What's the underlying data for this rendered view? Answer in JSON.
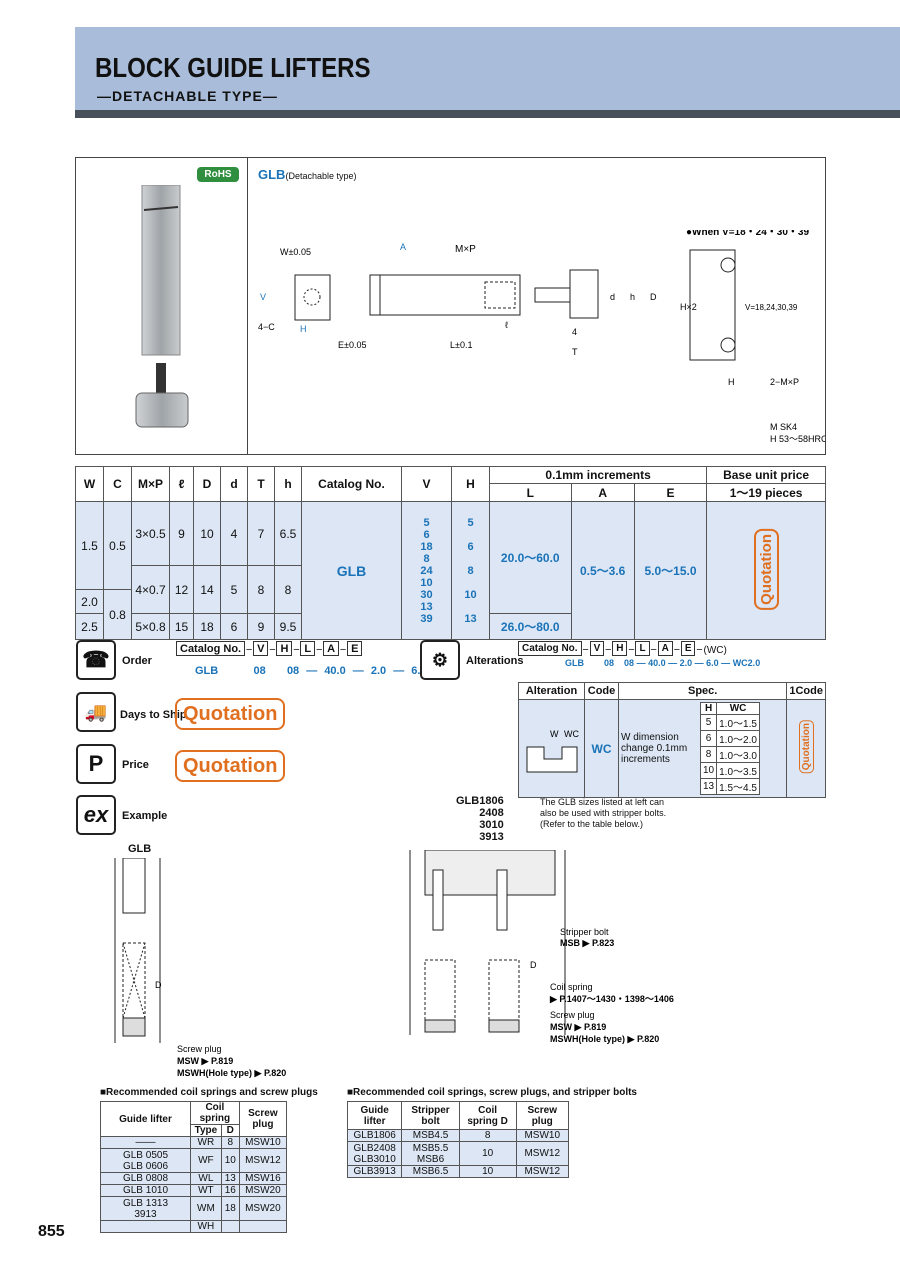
{
  "header": {
    "title": "BLOCK GUIDE LIFTERS",
    "subtitle": "—DETACHABLE TYPE—"
  },
  "panel": {
    "rohs": "RoHS",
    "glb": "GLB",
    "glb_note": "(Detachable type)",
    "when_v": "●When V=18・24・30・39",
    "mat_m": "SK4",
    "mat_h": "53～58HRC",
    "dims": {
      "w": "W±0.05",
      "a": "A",
      "mp": "M×P",
      "v": "V",
      "c4": "4−C",
      "h": "H",
      "e": "E±0.05",
      "l": "L±0.1",
      "ell": "ℓ",
      "d": "d",
      "hh": "h",
      "D": "D",
      "t": "T",
      "four": "4",
      "hx2": "H×2",
      "vvals": "V=18,24,30,39",
      "hlab": "H",
      "mxp2": "2−M×P"
    }
  },
  "spec": {
    "headers": [
      "W",
      "C",
      "M×P",
      "ℓ",
      "D",
      "d",
      "T",
      "h",
      "Catalog No.",
      "V",
      "H",
      "0.1mm increments",
      "Base unit price"
    ],
    "sub_headers": [
      "L",
      "A",
      "E",
      "1～19 pieces"
    ],
    "rows": [
      {
        "w": "1.5",
        "c": "0.5",
        "mp": "3×0.5",
        "l": "9",
        "D": "10",
        "d": "4",
        "T": "7",
        "h": "6.5"
      },
      {
        "mp": "4×0.7",
        "l": "12",
        "D": "14",
        "d": "5",
        "T": "8",
        "h": "8"
      },
      {
        "w": "2.0",
        "c": "0.8"
      },
      {
        "w": "2.5",
        "mp": "5×0.8",
        "l": "15",
        "D": "18",
        "d": "6",
        "T": "9",
        "h": "9.5"
      }
    ],
    "catalog": "GLB",
    "v_vals": [
      "5",
      "6",
      "18",
      "8",
      "24",
      "10",
      "30",
      "13",
      "39"
    ],
    "h_vals": [
      "5",
      "6",
      "8",
      "10",
      "13"
    ],
    "L1": "20.0～60.0",
    "L2": "26.0～80.0",
    "A": "0.5～3.6",
    "E": "5.0～15.0",
    "price": "Quotation"
  },
  "order": {
    "label": "Order",
    "fields": [
      "Catalog No.",
      "V",
      "H",
      "L",
      "A",
      "E"
    ],
    "example": [
      "GLB",
      "08",
      "08",
      "40.0",
      "2.0",
      "6.0"
    ]
  },
  "alter": {
    "label": "Alterations",
    "fields": [
      "Catalog No.",
      "V",
      "H",
      "L",
      "A",
      "E",
      "(WC)"
    ],
    "example": [
      "GLB",
      "08",
      "08",
      "40.0",
      "2.0",
      "6.0",
      "WC2.0"
    ],
    "headers": [
      "Alteration",
      "Code",
      "Spec.",
      "1Code"
    ],
    "code": "WC",
    "spec": "W dimension change 0.1mm increments",
    "sub": [
      "H",
      "WC"
    ],
    "rows": [
      [
        "5",
        "1.0～1.5"
      ],
      [
        "6",
        "1.0～2.0"
      ],
      [
        "8",
        "1.0～3.0"
      ],
      [
        "10",
        "1.0～3.5"
      ],
      [
        "13",
        "1.5～4.5"
      ]
    ],
    "price": "Quotation",
    "w": "W",
    "wc": "WC"
  },
  "ship": {
    "label": "Days to Ship",
    "value": "Quotation"
  },
  "price": {
    "label": "Price",
    "value": "Quotation"
  },
  "example": {
    "label": "Example",
    "glb": "GLB",
    "D": "D",
    "screw": "Screw plug",
    "msw": "MSW",
    "msw_p": "P.819",
    "mswh": "MSWH(Hole type)",
    "mswh_p": "P.820",
    "glb_list": [
      "GLB1806",
      "2408",
      "3010",
      "3913"
    ],
    "note": "The GLB sizes listed at left can also be used with stripper bolts. (Refer to the table below.)",
    "stripper": "Stripper bolt",
    "msb": "MSB",
    "msb_p": "P.823",
    "coil": "Coil spring",
    "coil_p": "P.1407～1430・1398～1406",
    "D2": "D"
  },
  "rec1": {
    "title": "■Recommended coil springs and screw plugs",
    "headers": [
      "Guide lifter",
      "Coil spring",
      "Screw plug"
    ],
    "sub": [
      "Type",
      "D"
    ],
    "rows": [
      [
        "——",
        "WR",
        "8",
        "MSW10"
      ],
      [
        "GLB 0505\nGLB 0606",
        "WF",
        "10",
        "MSW12"
      ],
      [
        "GLB 0808",
        "WL",
        "13",
        "MSW16"
      ],
      [
        "GLB 1010",
        "WT",
        "16",
        "MSW20"
      ],
      [
        "GLB 1313\n3913",
        "WM",
        "18",
        "MSW20"
      ]
    ],
    "extra": "WH"
  },
  "rec2": {
    "title": "■Recommended coil springs, screw plugs, and stripper bolts",
    "headers": [
      "Guide lifter",
      "Stripper bolt",
      "Coil spring D",
      "Screw plug"
    ],
    "rows": [
      [
        "GLB1806",
        "MSB4.5",
        "8",
        "MSW10"
      ],
      [
        "GLB2408\nGLB3010",
        "MSB5.5\nMSB6",
        "10",
        "MSW12"
      ],
      [
        "GLB3913",
        "MSB6.5",
        "10",
        "MSW12"
      ]
    ]
  },
  "page": "855"
}
